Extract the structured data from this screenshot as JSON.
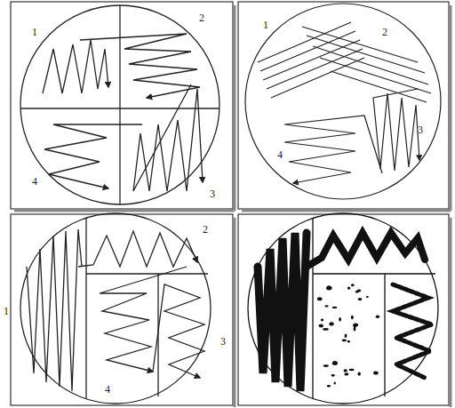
{
  "diagram": {
    "labels": [
      "1",
      "2",
      "4",
      "3",
      "1",
      "2",
      "3",
      "4",
      "1",
      "2",
      "3",
      "4"
    ]
  }
}
